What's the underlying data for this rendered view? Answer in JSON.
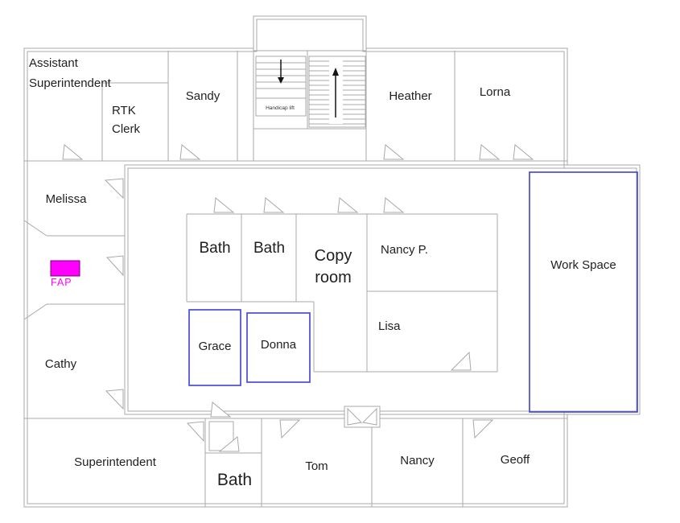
{
  "floorplan": {
    "labels": {
      "assistant_superintendent": "Assistant Superintendent",
      "rtk_clerk": "RTK Clerk",
      "sandy": "Sandy",
      "handicap_lift": "Handicap lift",
      "heather": "Heather",
      "lorna": "Lorna",
      "melissa": "Melissa",
      "fap": "FAP",
      "cathy": "Cathy",
      "bath_left": "Bath",
      "bath_right": "Bath",
      "copy_room": "Copy room",
      "nancy_p": "Nancy P.",
      "lisa": "Lisa",
      "grace": "Grace",
      "donna": "Donna",
      "work_space": "Work Space",
      "superintendent": "Superintendent",
      "bath_bottom": "Bath",
      "tom": "Tom",
      "nancy": "Nancy",
      "geoff": "Geoff"
    },
    "colors": {
      "wall": "#a8a8a8",
      "text": "#1f1f1f",
      "accent_blue": "#3f3fd3",
      "accent_magenta": "#ff00ff",
      "arrow": "#151515"
    }
  }
}
